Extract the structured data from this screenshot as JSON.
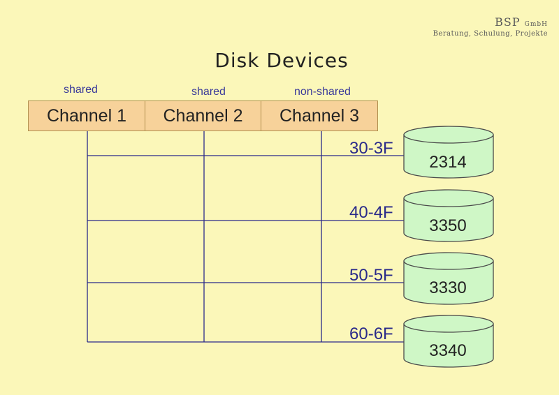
{
  "brand": {
    "name": "BSP",
    "suffix": "GmbH",
    "tagline": "Beratung, Schulung, Projekte"
  },
  "title": "Disk Devices",
  "channels": [
    {
      "label": "Channel 1",
      "mode": "shared"
    },
    {
      "label": "Channel 2",
      "mode": "shared"
    },
    {
      "label": "Channel 3",
      "mode": "non-shared"
    }
  ],
  "devices": [
    {
      "range": "30-3F",
      "model": "2314"
    },
    {
      "range": "40-4F",
      "model": "3350"
    },
    {
      "range": "50-5F",
      "model": "3330"
    },
    {
      "range": "60-6F",
      "model": "3340"
    }
  ],
  "colors": {
    "background": "#FBF7B9",
    "channel_fill": "#F7D29A",
    "disk_fill": "#CFF7C6",
    "line": "#2A2A8A"
  }
}
